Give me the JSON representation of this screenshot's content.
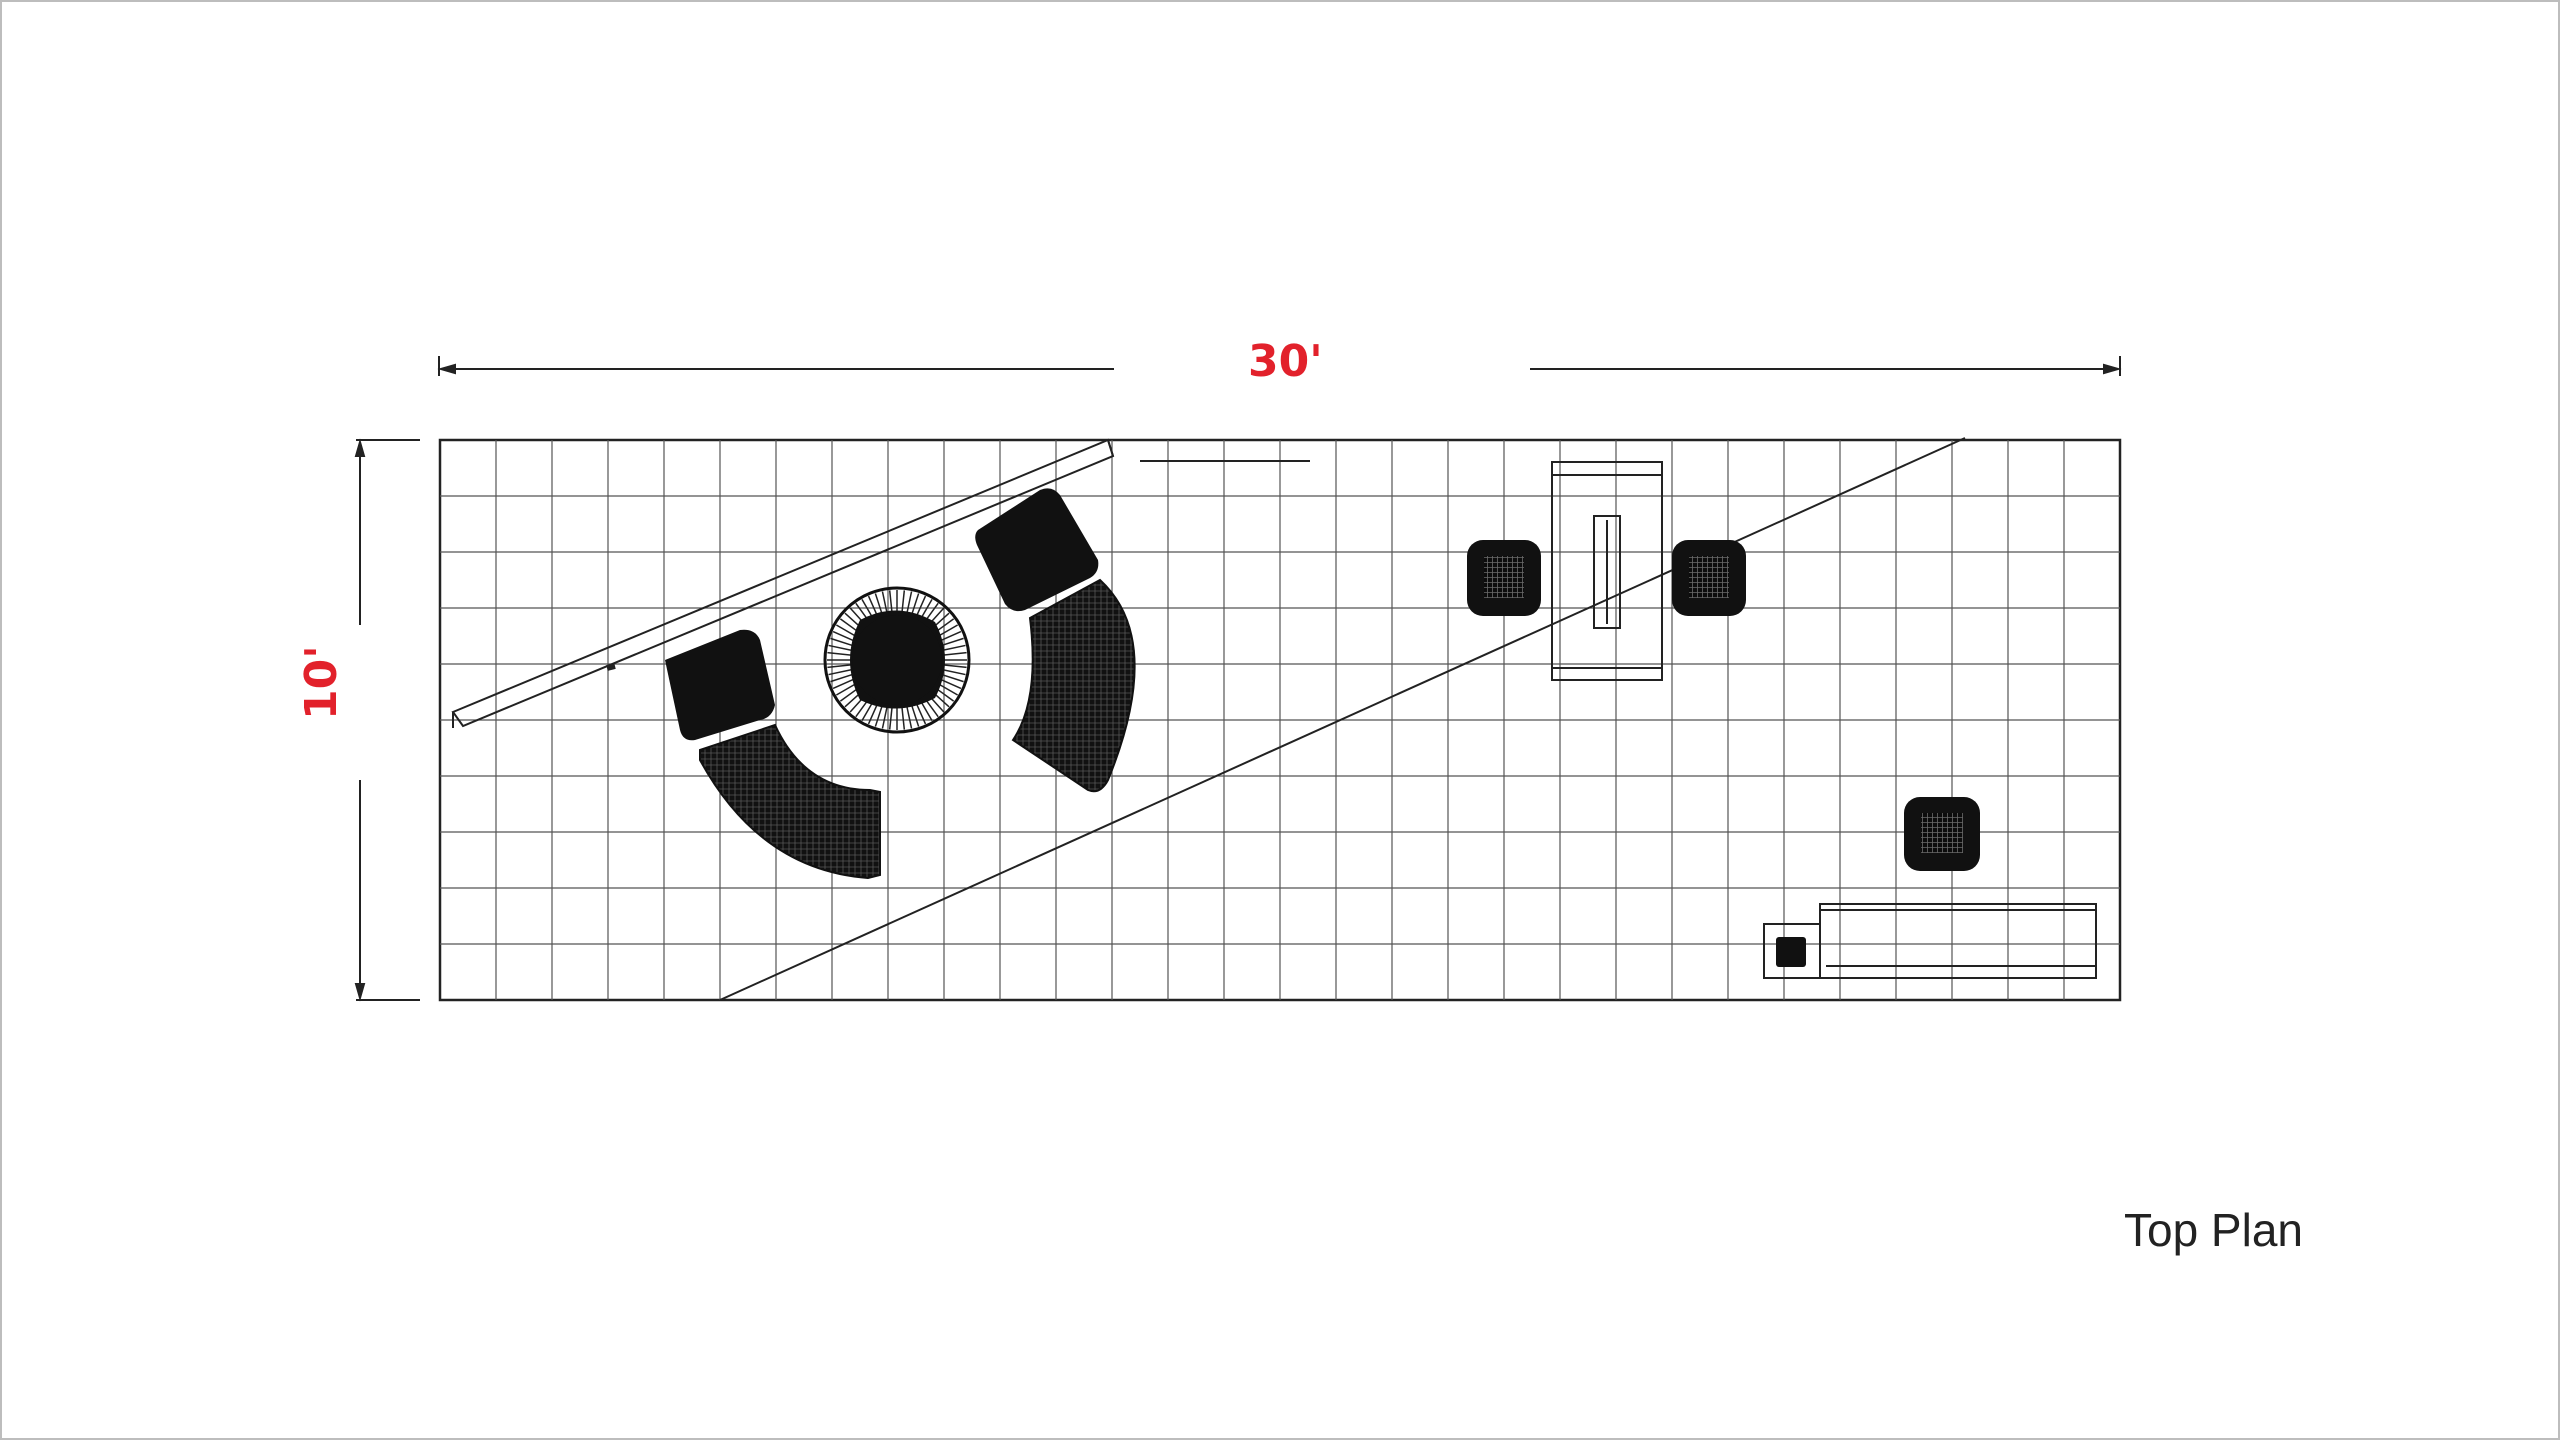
{
  "dimensions": {
    "width_label": "30'",
    "depth_label": "10'"
  },
  "plan": {
    "title": "Top Plan"
  },
  "colors": {
    "dimension_text": "#e2212b",
    "lines": "#222222",
    "grid": "#555555"
  },
  "booth": {
    "width_ft": 30,
    "depth_ft": 10,
    "furniture": [
      "curved-sofa",
      "curved-sofa",
      "round-coffee-table",
      "lounge-chair",
      "lounge-chair",
      "lounge-chair",
      "lounge-chair",
      "lounge-chair",
      "desk",
      "counter",
      "waste-bin"
    ]
  }
}
